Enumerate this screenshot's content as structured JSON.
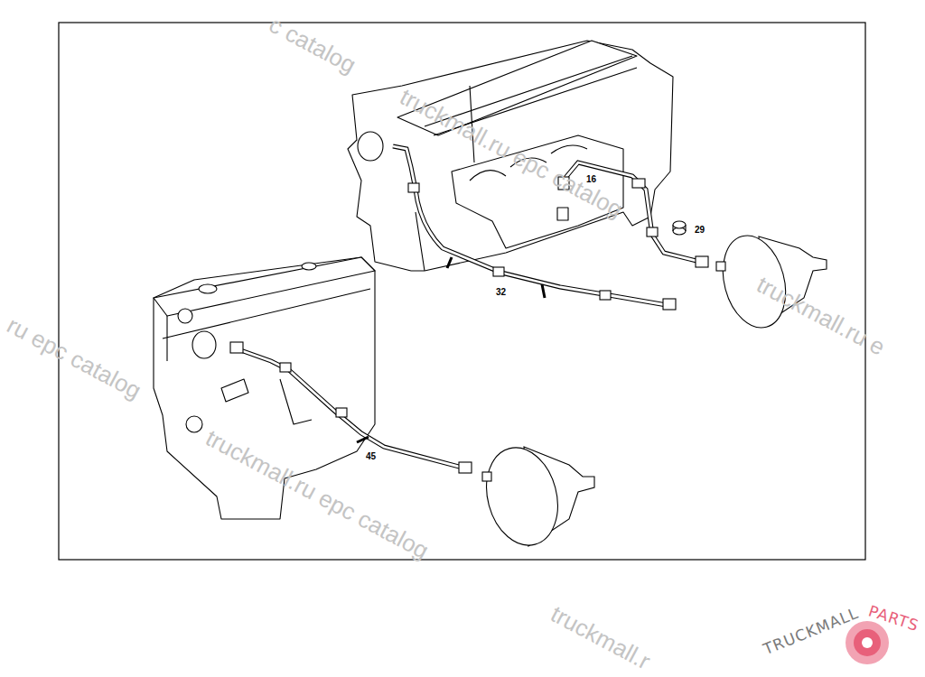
{
  "diagram": {
    "labels": [
      "c catalog",
      "truckmall.ru epc catalog",
      "16",
      "29",
      "32",
      "ru epc catalog",
      "truckmall.ru e",
      "45",
      "truckmall.ru epc catalog",
      "truckmall.r",
      "TRUCKMALL",
      "PARTS"
    ]
  }
}
